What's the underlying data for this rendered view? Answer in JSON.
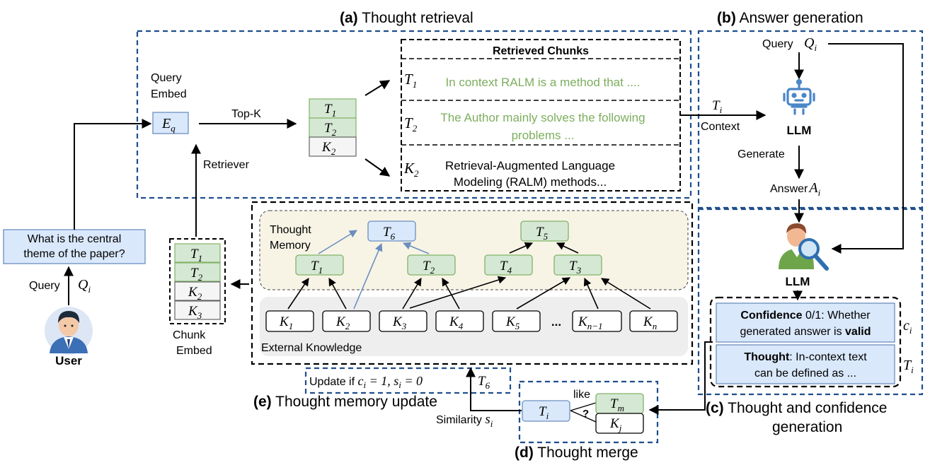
{
  "sections": {
    "a": {
      "tag": "(a)",
      "title": "Thought retrieval"
    },
    "b": {
      "tag": "(b)",
      "title": "Answer  generation"
    },
    "c": {
      "tag": "(c)",
      "title_line1": "Thought and confidence",
      "title_line2": "generation"
    },
    "d": {
      "tag": "(d)",
      "title": "Thought merge"
    },
    "e": {
      "tag": "(e)",
      "title": "Thought memory update"
    }
  },
  "user": {
    "query_text_line1": "What is the central",
    "query_text_line2": "theme of the paper?",
    "query_label": "Query",
    "query_symbol": "Q",
    "query_sub": "i",
    "name": "User"
  },
  "retrieval": {
    "query_embed_line1": "Query",
    "query_embed_line2": "Embed",
    "eq_symbol": "E",
    "eq_sub": "q",
    "topk_label": "Top-K",
    "retriever_label": "Retriever",
    "topk_stack": [
      {
        "sym": "T",
        "sub": "1"
      },
      {
        "sym": "T",
        "sub": "2"
      },
      {
        "sym": "K",
        "sub": "2"
      }
    ],
    "chunks_title": "Retrieved Chunks",
    "chunks": [
      {
        "sym": "T",
        "sub": "1",
        "text_line1": "In context RALM is a method that ....",
        "text_line2": ""
      },
      {
        "sym": "T",
        "sub": "2",
        "text_line1": "The Author mainly solves the following",
        "text_line2": "problems ..."
      },
      {
        "sym": "K",
        "sub": "2",
        "text_line1": "Retrieval-Augmented Language",
        "text_line2": "Modeling (RALM) methods..."
      }
    ],
    "context_symbol": "T",
    "context_sub": "i",
    "context_label": "Context"
  },
  "generation": {
    "query_label": "Query",
    "query_symbol": "Q",
    "query_sub": "i",
    "llm_label": "LLM",
    "generate_label": "Generate",
    "answer_label": "Answer",
    "answer_symbol": "A",
    "answer_sub": "i"
  },
  "confidence": {
    "llm_label": "LLM",
    "conf_bold": "Confidence",
    "conf_rest": " 0/1: Whether",
    "conf_line2": "generated answer is",
    "conf_valid": "valid",
    "c_symbol": "c",
    "c_sub": "i",
    "thought_bold": "Thought",
    "thought_rest": ": In-context text",
    "thought_line2": "can be defined as ...",
    "t_symbol": "T",
    "t_sub": "i"
  },
  "chunk_embed": {
    "items": [
      {
        "sym": "T",
        "sub": "1",
        "kind": "thought"
      },
      {
        "sym": "T",
        "sub": "2",
        "kind": "thought"
      },
      {
        "sym": "K",
        "sub": "2",
        "kind": "knowledge"
      },
      {
        "sym": "K",
        "sub": "3",
        "kind": "knowledge"
      }
    ],
    "label_line1": "Chunk",
    "label_line2": "Embed"
  },
  "memory": {
    "label_line1": "Thought",
    "label_line2": "Memory",
    "t6": {
      "sym": "T",
      "sub": "6"
    },
    "t5": {
      "sym": "T",
      "sub": "5"
    },
    "row": [
      {
        "sym": "T",
        "sub": "1"
      },
      {
        "sym": "T",
        "sub": "2"
      },
      {
        "sym": "T",
        "sub": "4"
      },
      {
        "sym": "T",
        "sub": "3"
      }
    ],
    "knowledge": [
      {
        "sym": "K",
        "sub": "1"
      },
      {
        "sym": "K",
        "sub": "2"
      },
      {
        "sym": "K",
        "sub": "3"
      },
      {
        "sym": "K",
        "sub": "4"
      },
      {
        "sym": "K",
        "sub": "5"
      },
      {
        "sym": "K",
        "sub": "n−1"
      },
      {
        "sym": "K",
        "sub": "n"
      }
    ],
    "ellipsis": "...",
    "external_label": "External Knowledge"
  },
  "update": {
    "text": "Update if ",
    "cond_c": "c",
    "cond_c_sub": "i",
    "cond_eq1": " = 1, ",
    "cond_s": "s",
    "cond_s_sub": "i",
    "cond_eq2": " = 0",
    "t6_sym": "T",
    "t6_sub": "6"
  },
  "merge": {
    "ti_sym": "T",
    "ti_sub": "i",
    "like_label": "like",
    "question": "?",
    "tm_sym": "T",
    "tm_sub": "m",
    "kj_sym": "K",
    "kj_sub": "j",
    "similarity_label": "Similarity",
    "s_sym": "s",
    "s_sub": "i"
  },
  "colors": {
    "blue_fill": "#dae8fc",
    "blue_stroke": "#6c8ebf",
    "green_fill": "#d5e8d4",
    "green_stroke": "#82b366",
    "grey_fill": "#f5f5f5",
    "grey_stroke": "#666666",
    "memory_fill": "#f7f4e6",
    "external_fill": "#eeeeee",
    "dash_blue": "#1f4e8c",
    "green_text": "#7cae5e",
    "robot": "#4a86c8"
  }
}
